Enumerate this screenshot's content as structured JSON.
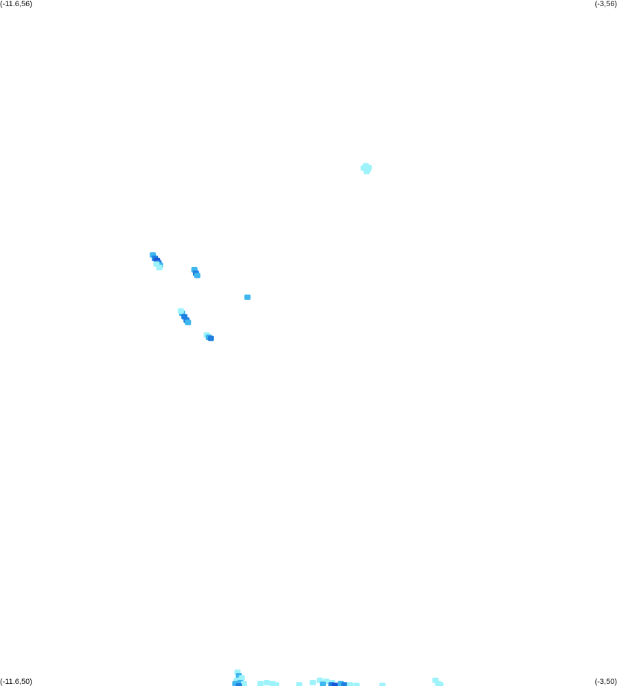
{
  "map": {
    "corners": {
      "top_left": "(-11.6,56)",
      "top_right": "(-3,56)",
      "bottom_left": "(-11.6,50)",
      "bottom_right": "(-3,50)"
    },
    "extent": {
      "lon_min": -11.6,
      "lon_max": -3,
      "lat_min": 50,
      "lat_max": 56
    },
    "background_color": "#ffffff",
    "intensity_colors": {
      "light": "#9ef3fb",
      "medium": "#3fb6ee",
      "strong": "#1f7fe0",
      "heavy": "#1a55d8"
    },
    "echo_cells": [
      {
        "lon": -6.53,
        "lat": 54.53,
        "intensity": "light"
      },
      {
        "lon": -6.5,
        "lat": 54.55,
        "intensity": "light"
      },
      {
        "lon": -6.47,
        "lat": 54.52,
        "intensity": "light"
      },
      {
        "lon": -6.49,
        "lat": 54.5,
        "intensity": "light"
      },
      {
        "lon": -6.46,
        "lat": 54.535,
        "intensity": "light"
      },
      {
        "lon": -9.47,
        "lat": 53.77,
        "intensity": "medium"
      },
      {
        "lon": -9.44,
        "lat": 53.74,
        "intensity": "strong"
      },
      {
        "lon": -9.41,
        "lat": 53.72,
        "intensity": "heavy"
      },
      {
        "lon": -9.39,
        "lat": 53.7,
        "intensity": "strong"
      },
      {
        "lon": -9.37,
        "lat": 53.68,
        "intensity": "medium"
      },
      {
        "lon": -9.42,
        "lat": 53.69,
        "intensity": "light"
      },
      {
        "lon": -9.38,
        "lat": 53.66,
        "intensity": "light"
      },
      {
        "lon": -8.89,
        "lat": 53.64,
        "intensity": "medium"
      },
      {
        "lon": -8.87,
        "lat": 53.61,
        "intensity": "strong"
      },
      {
        "lon": -8.85,
        "lat": 53.59,
        "intensity": "medium"
      },
      {
        "lon": -8.15,
        "lat": 53.4,
        "intensity": "medium"
      },
      {
        "lon": -9.06,
        "lat": 53.26,
        "intensity": "medium"
      },
      {
        "lon": -9.03,
        "lat": 53.23,
        "intensity": "strong"
      },
      {
        "lon": -9.0,
        "lat": 53.2,
        "intensity": "strong"
      },
      {
        "lon": -8.98,
        "lat": 53.18,
        "intensity": "medium"
      },
      {
        "lon": -9.08,
        "lat": 53.28,
        "intensity": "light"
      },
      {
        "lon": -8.72,
        "lat": 53.07,
        "intensity": "light"
      },
      {
        "lon": -8.69,
        "lat": 53.05,
        "intensity": "medium"
      },
      {
        "lon": -8.66,
        "lat": 53.04,
        "intensity": "strong"
      },
      {
        "lon": -8.29,
        "lat": 50.12,
        "intensity": "light"
      },
      {
        "lon": -8.27,
        "lat": 50.09,
        "intensity": "medium"
      },
      {
        "lon": -8.23,
        "lat": 50.07,
        "intensity": "light"
      },
      {
        "lon": -8.3,
        "lat": 50.05,
        "intensity": "light"
      },
      {
        "lon": -8.25,
        "lat": 50.03,
        "intensity": "medium"
      },
      {
        "lon": -8.32,
        "lat": 50.02,
        "intensity": "medium"
      },
      {
        "lon": -8.2,
        "lat": 50.02,
        "intensity": "light"
      },
      {
        "lon": -8.27,
        "lat": 50.0,
        "intensity": "strong"
      },
      {
        "lon": -7.97,
        "lat": 50.02,
        "intensity": "light"
      },
      {
        "lon": -7.88,
        "lat": 50.03,
        "intensity": "light"
      },
      {
        "lon": -7.8,
        "lat": 50.02,
        "intensity": "light"
      },
      {
        "lon": -7.75,
        "lat": 50.01,
        "intensity": "light"
      },
      {
        "lon": -7.43,
        "lat": 50.01,
        "intensity": "light"
      },
      {
        "lon": -7.24,
        "lat": 50.03,
        "intensity": "light"
      },
      {
        "lon": -7.14,
        "lat": 50.05,
        "intensity": "light"
      },
      {
        "lon": -7.05,
        "lat": 50.04,
        "intensity": "light"
      },
      {
        "lon": -6.97,
        "lat": 50.03,
        "intensity": "light"
      },
      {
        "lon": -7.1,
        "lat": 50.015,
        "intensity": "medium"
      },
      {
        "lon": -6.98,
        "lat": 50.01,
        "intensity": "strong"
      },
      {
        "lon": -6.93,
        "lat": 50.005,
        "intensity": "heavy"
      },
      {
        "lon": -6.85,
        "lat": 50.02,
        "intensity": "medium"
      },
      {
        "lon": -6.8,
        "lat": 50.01,
        "intensity": "strong"
      },
      {
        "lon": -6.72,
        "lat": 50.01,
        "intensity": "light"
      },
      {
        "lon": -6.63,
        "lat": 50.005,
        "intensity": "light"
      },
      {
        "lon": -6.27,
        "lat": 50.005,
        "intensity": "light"
      },
      {
        "lon": -5.53,
        "lat": 50.05,
        "intensity": "light"
      },
      {
        "lon": -5.49,
        "lat": 50.02,
        "intensity": "light"
      },
      {
        "lon": -5.46,
        "lat": 50.01,
        "intensity": "light"
      }
    ]
  }
}
